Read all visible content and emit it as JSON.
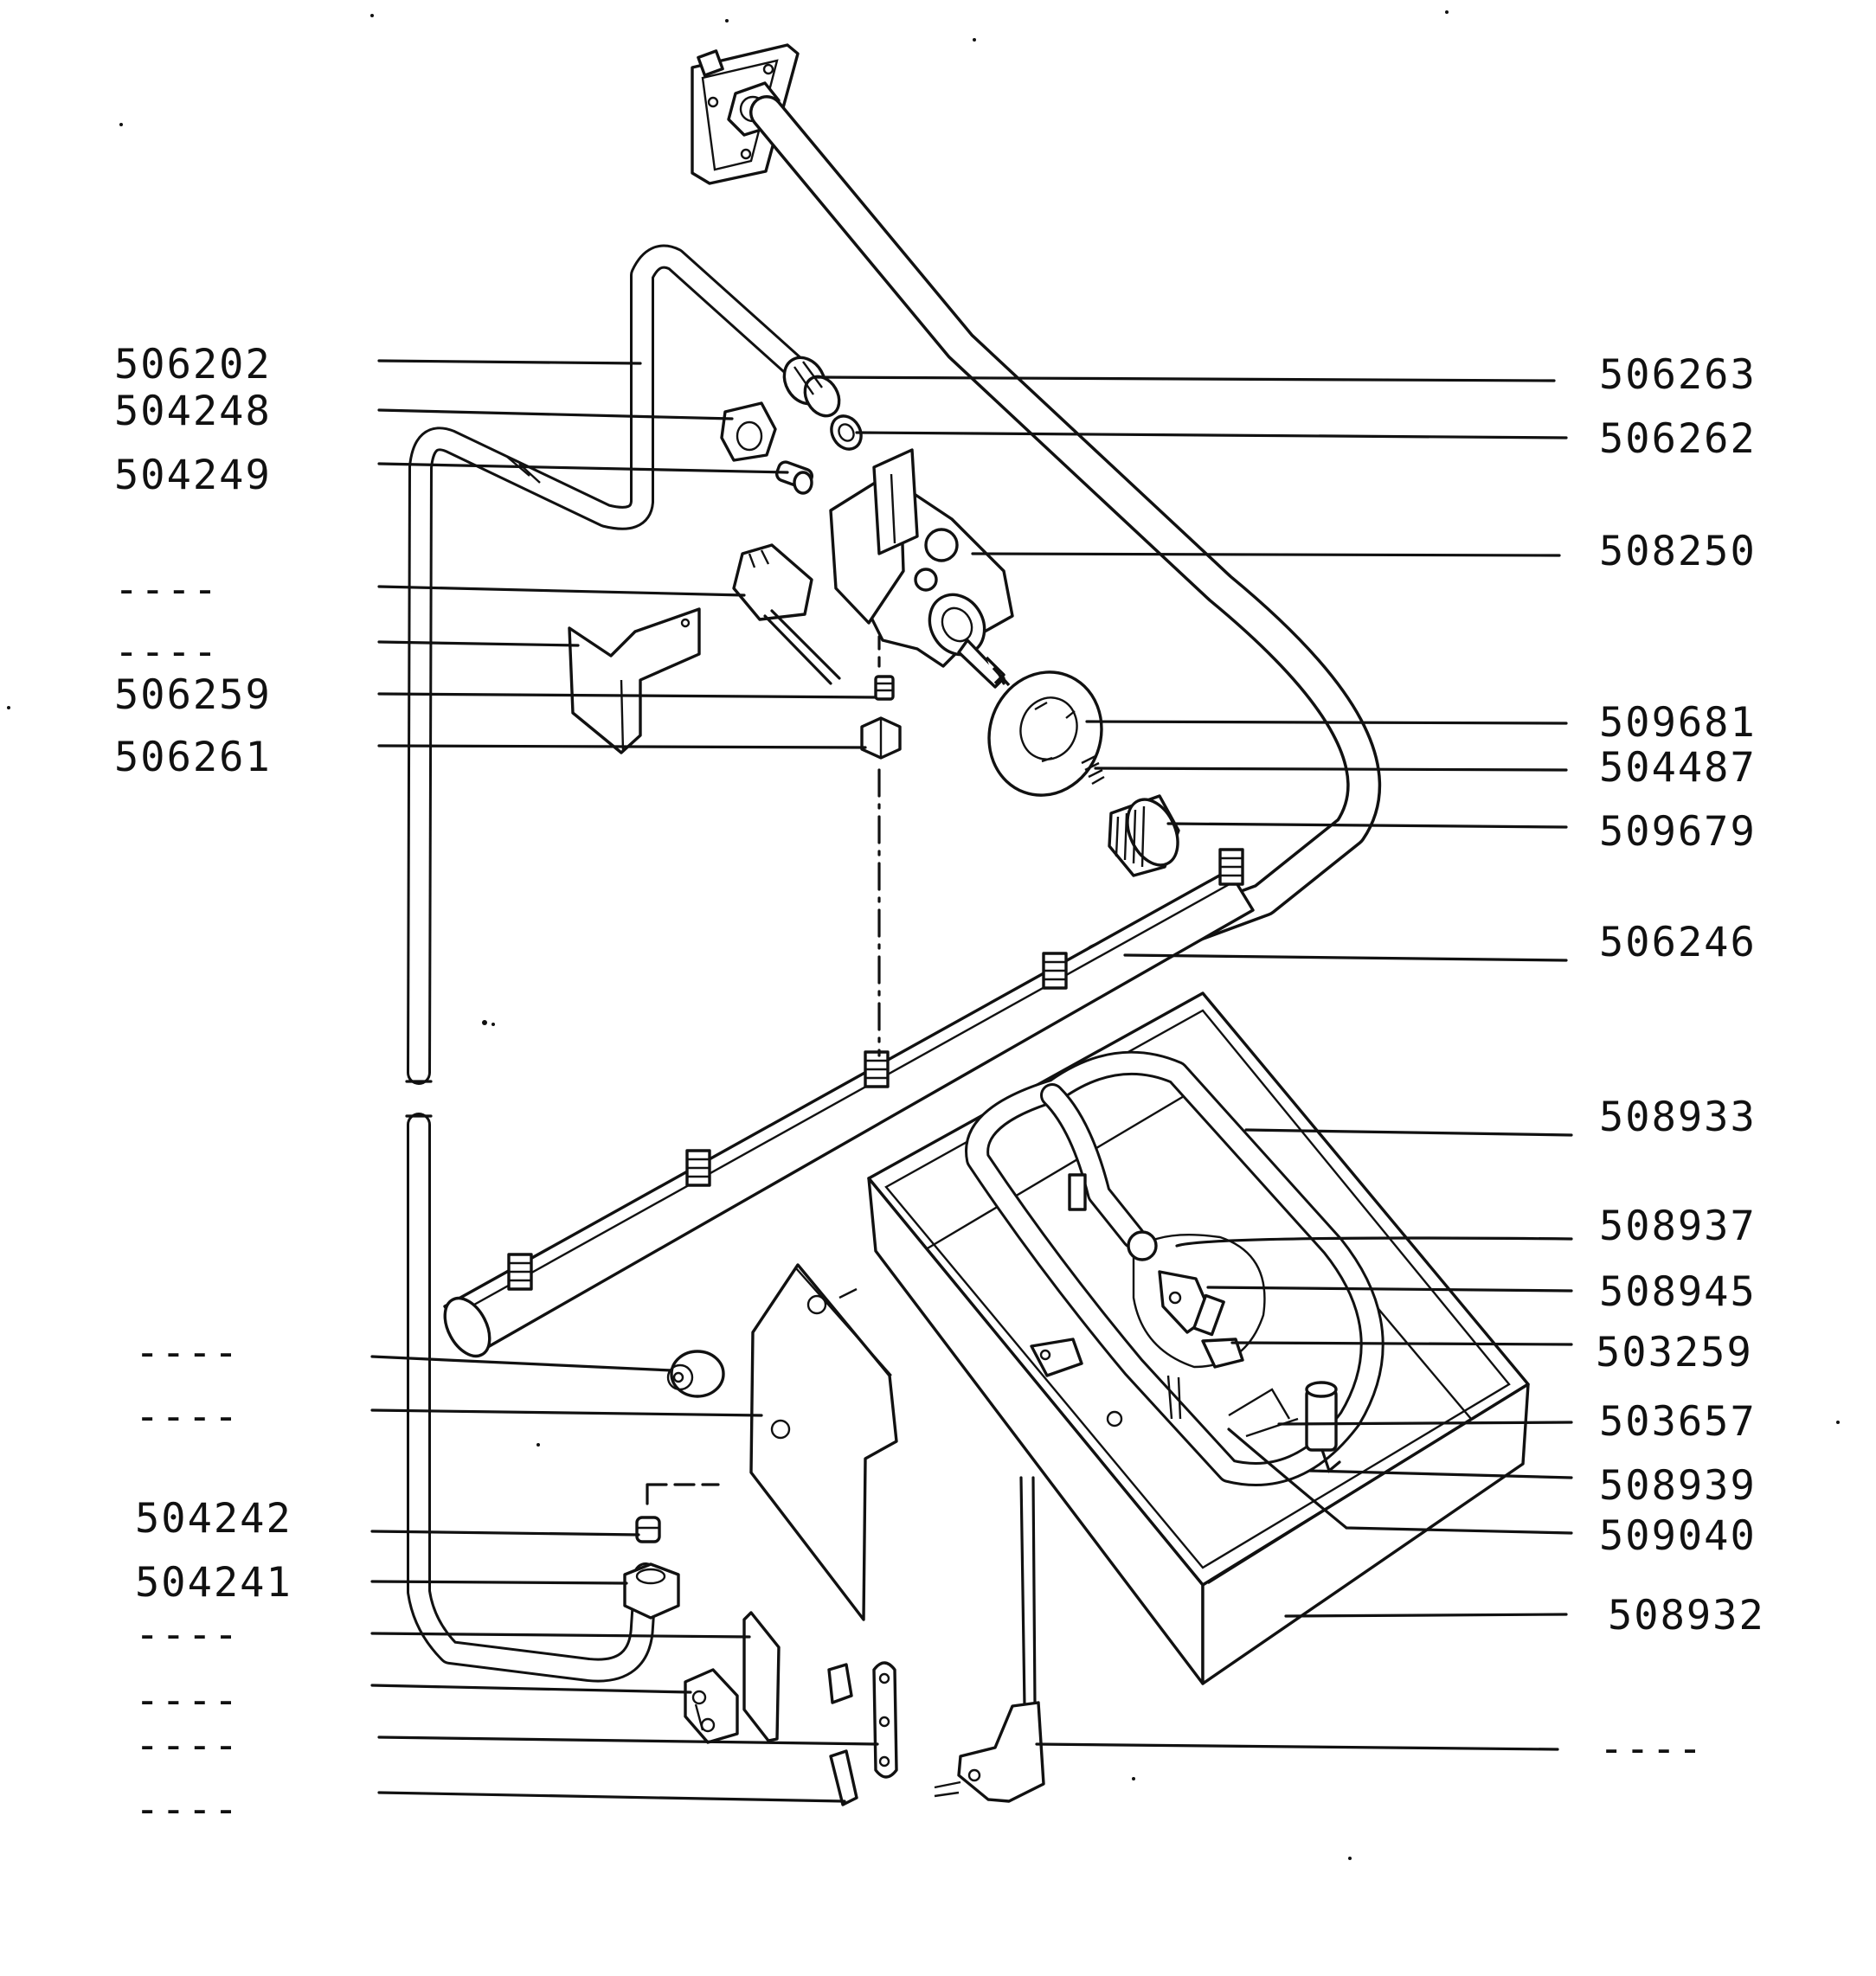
{
  "labels_left": [
    {
      "id": "l1",
      "text": "506202"
    },
    {
      "id": "l2",
      "text": "504248"
    },
    {
      "id": "l3",
      "text": "504249"
    },
    {
      "id": "l4",
      "text": "----"
    },
    {
      "id": "l5",
      "text": "----"
    },
    {
      "id": "l6",
      "text": "506259"
    },
    {
      "id": "l7",
      "text": "506261"
    },
    {
      "id": "l8",
      "text": "----"
    },
    {
      "id": "l9",
      "text": "----"
    },
    {
      "id": "l10",
      "text": "504242"
    },
    {
      "id": "l11",
      "text": "504241"
    },
    {
      "id": "l12",
      "text": "----"
    },
    {
      "id": "l13",
      "text": "----"
    },
    {
      "id": "l14",
      "text": "----"
    },
    {
      "id": "l15",
      "text": "----"
    }
  ],
  "labels_right": [
    {
      "id": "r1",
      "text": "506263"
    },
    {
      "id": "r2",
      "text": "506262"
    },
    {
      "id": "r3",
      "text": "508250"
    },
    {
      "id": "r4",
      "text": "509681"
    },
    {
      "id": "r5",
      "text": "504487"
    },
    {
      "id": "r6",
      "text": "509679"
    },
    {
      "id": "r7",
      "text": "506246"
    },
    {
      "id": "r8",
      "text": "508933"
    },
    {
      "id": "r9",
      "text": "508937"
    },
    {
      "id": "r10",
      "text": "508945"
    },
    {
      "id": "r11",
      "text": "503259"
    },
    {
      "id": "r12",
      "text": "503657"
    },
    {
      "id": "r13",
      "text": "508939"
    },
    {
      "id": "r14",
      "text": "509040"
    },
    {
      "id": "r15",
      "text": "508932"
    },
    {
      "id": "r16",
      "text": "----"
    }
  ]
}
